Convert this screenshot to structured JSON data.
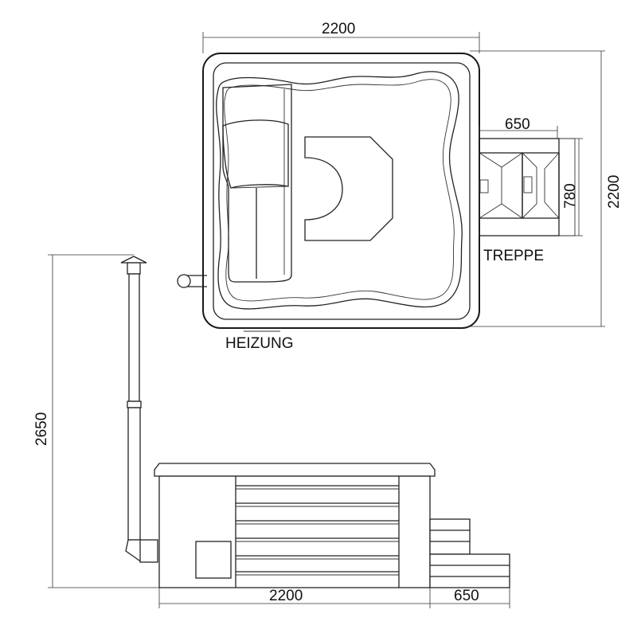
{
  "top_view": {
    "width_label": "2200",
    "depth_label": "2200",
    "step_depth_label": "650",
    "step_width_label": "780",
    "heater_label": "HEIZUNG",
    "steps_label": "TREPPE"
  },
  "side_view": {
    "height_label": "2650",
    "width_label": "2200",
    "step_depth_label": "650"
  }
}
